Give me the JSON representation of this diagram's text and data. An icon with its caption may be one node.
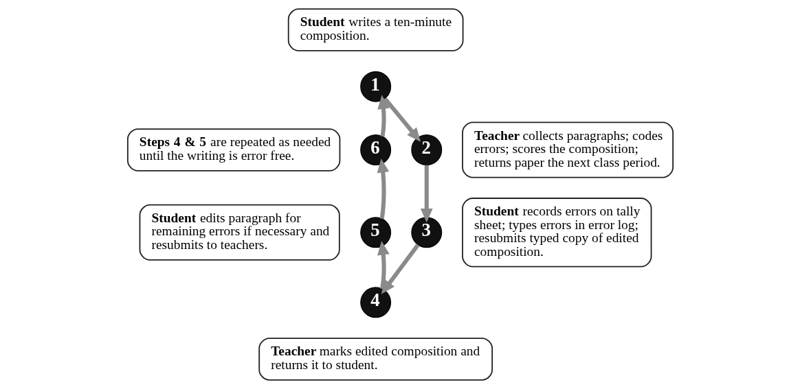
{
  "diagram": {
    "nodes": [
      {
        "text": [
          "**Student** writes a ten-minute composition."
        ]
      },
      {
        "text": [
          "1"
        ]
      },
      {
        "text": [
          "2"
        ]
      },
      {
        "text": [
          "**Teacher** collects paragraphs; codes errors; scores the composition; returns paper the next class period."
        ]
      },
      {
        "text": [
          "3"
        ]
      },
      {
        "text": [
          "**Student** records errors on tally sheet; types errors in error log; resubmits typed copy of edited composition."
        ]
      },
      {
        "text": [
          "4"
        ]
      },
      {
        "text": [
          "**Teacher** marks edited composition and returns it to student."
        ]
      },
      {
        "text": [
          "5"
        ]
      },
      {
        "text": [
          "**Student** edits paragraph for remaining errors if necessary and resubmits to teachers."
        ]
      },
      {
        "text": [
          "6"
        ]
      },
      {
        "text": [
          "**Steps 4 & 5** are repeated as needed until the writing is error free."
        ]
      }
    ],
    "edges": [
      {
        "from": 1,
        "to": 2,
        "arrow": "to"
      },
      {
        "from": 2,
        "to": 4,
        "arrow": "to"
      },
      {
        "from": 4,
        "to": 6,
        "arrow": "to"
      },
      {
        "from": 6,
        "to": 8,
        "arrow": "to"
      },
      {
        "from": 8,
        "to": 10,
        "arrow": "to"
      },
      {
        "from": 10,
        "to": 1,
        "arrow": "to"
      }
    ]
  }
}
